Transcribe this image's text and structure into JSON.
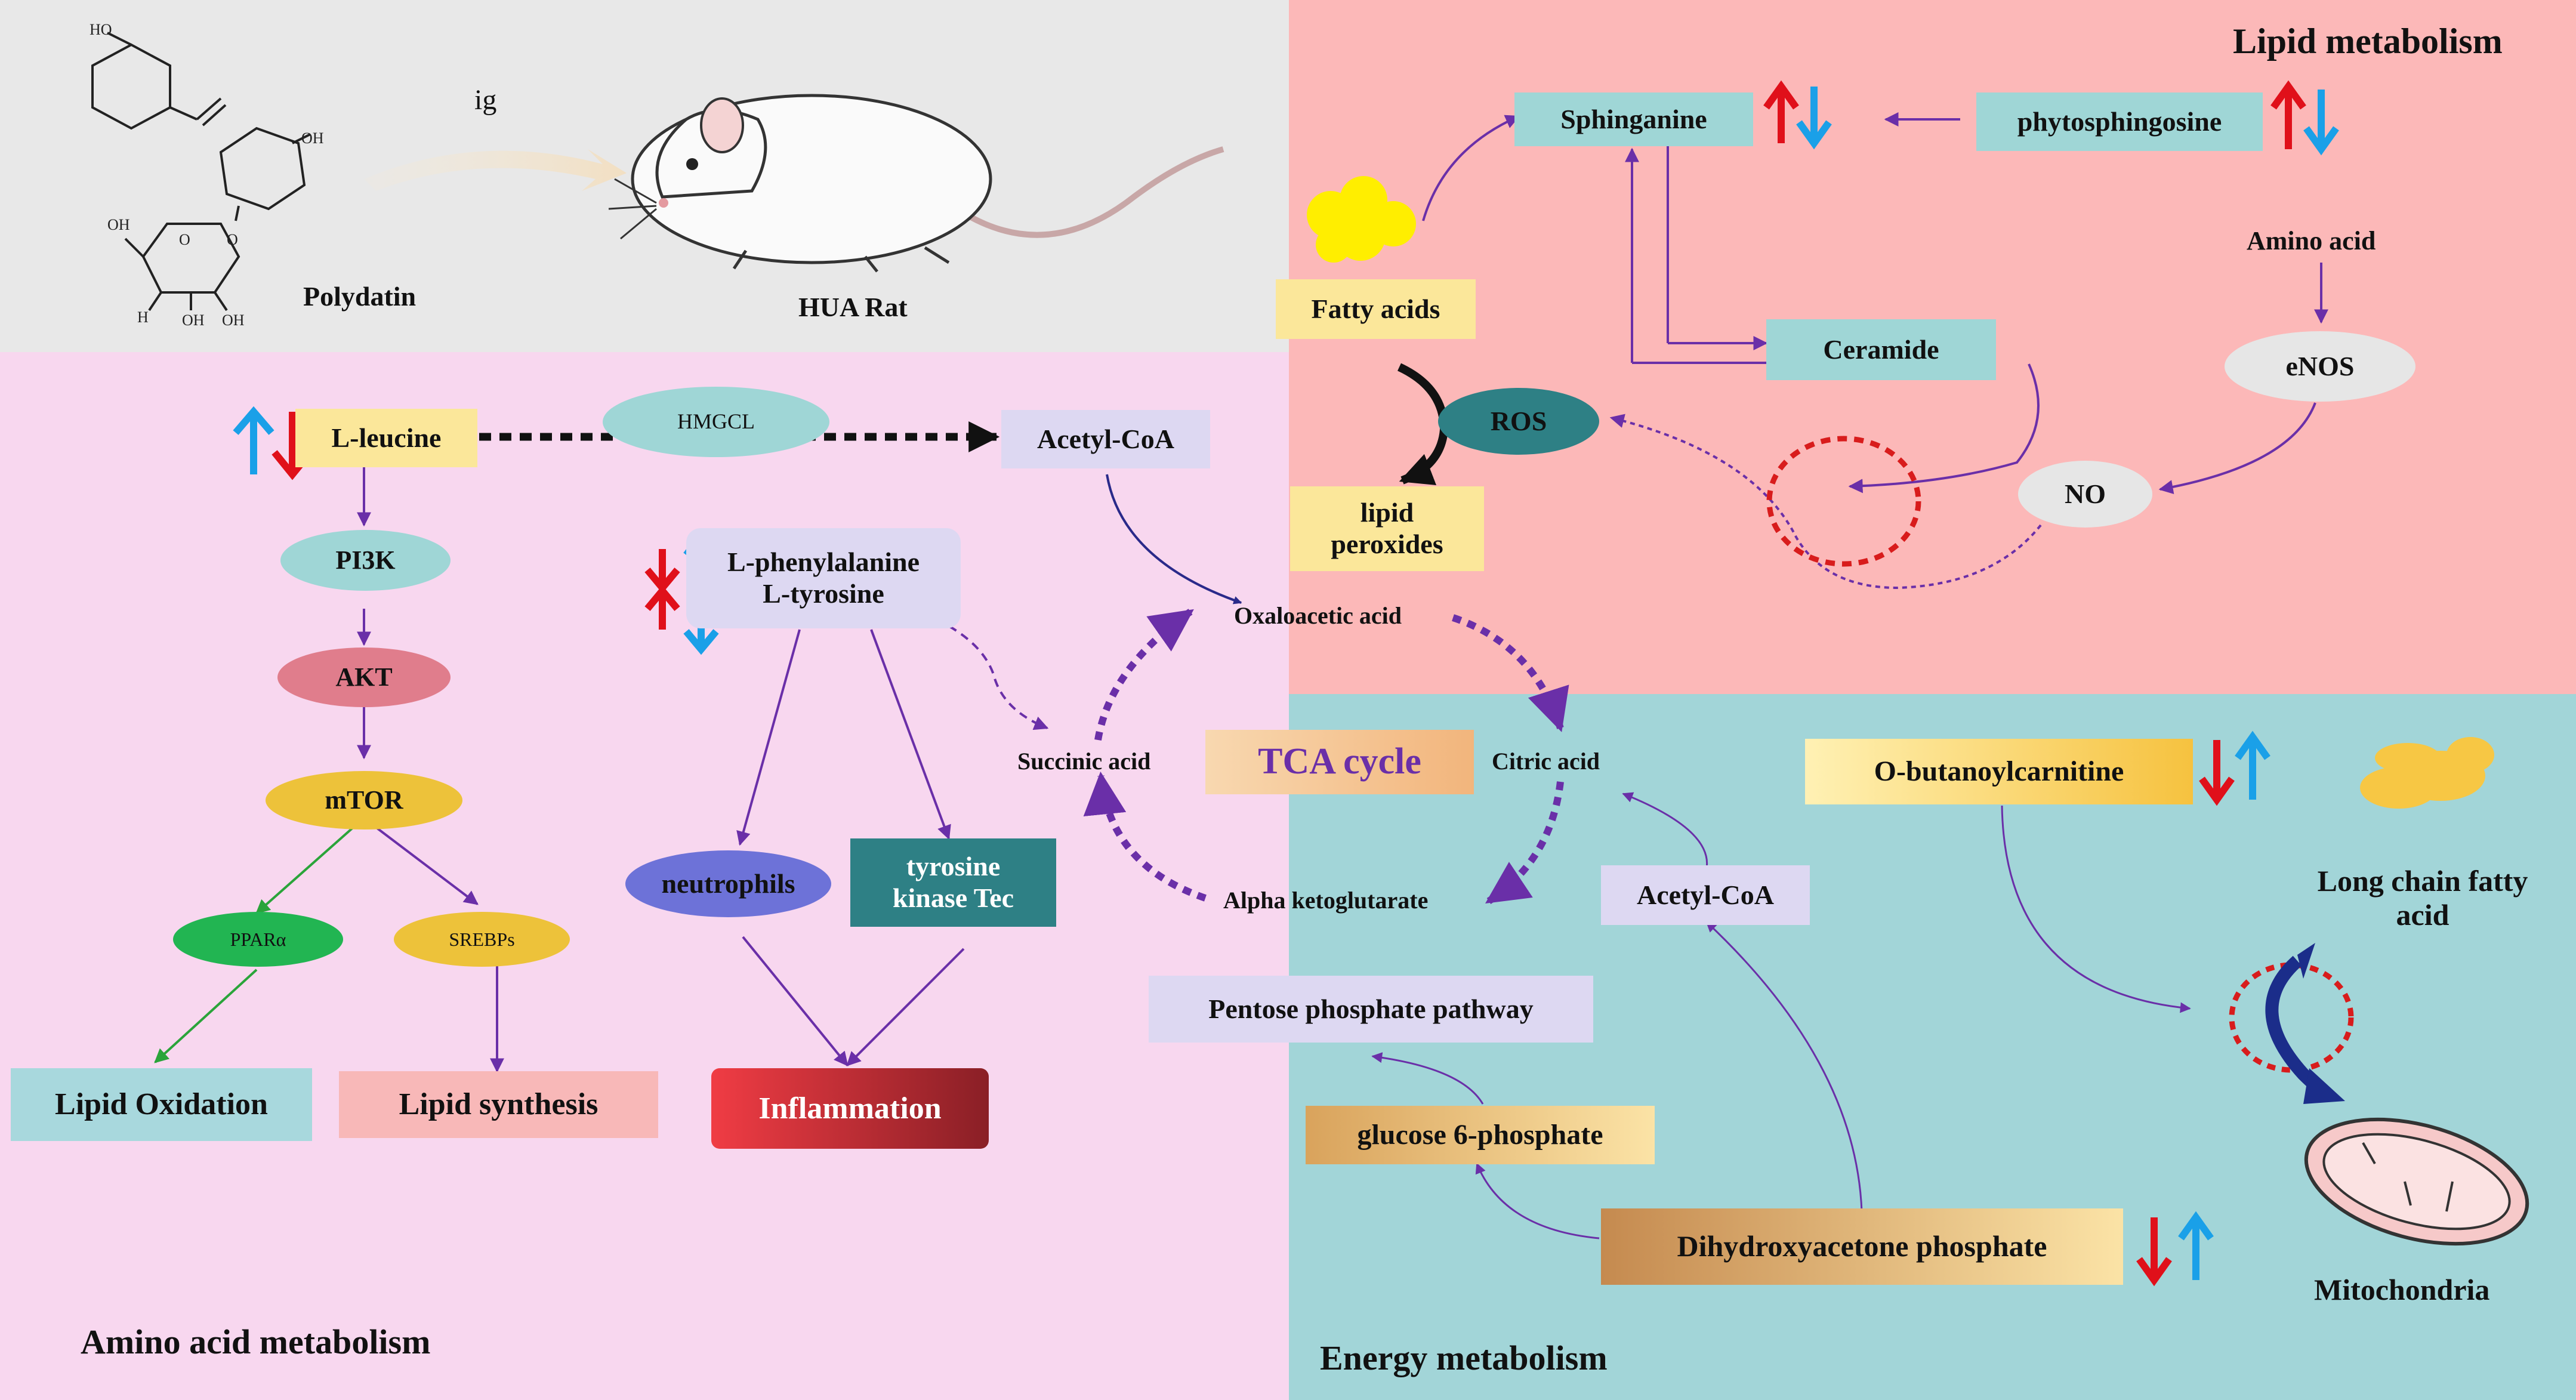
{
  "colors": {
    "amino_bg": "#f8d7ef",
    "header_bg": "#e8e8e8",
    "lipid_bg": "#fcb8b8",
    "energy_bg": "#a2d5d8",
    "arrow_purple": "#6a2fa8",
    "arrow_green": "#2aa43a",
    "up_red": "#e0101a",
    "down_blue": "#1aa0e8",
    "red_dotted": "#d81c1c"
  },
  "header": {
    "route": "ig",
    "compound": "Polydatin",
    "animal": "HUA Rat"
  },
  "amino": {
    "section_title": "Amino acid metabolism",
    "leucine": "L-leucine",
    "hmgcl": "HMGCL",
    "acetyl_coa": "Acetyl-CoA",
    "pi3k": "PI3K",
    "akt": "AKT",
    "mtor": "mTOR",
    "ppara": "PPARα",
    "srebps": "SREBPs",
    "lipid_oxidation": "Lipid Oxidation",
    "lipid_synthesis": "Lipid synthesis",
    "phenylalanine": "L-phenylalanine",
    "tyrosine": "L-tyrosine",
    "neutrophils": "neutrophils",
    "tyrosine_kinase": "tyrosine kinase Tec",
    "inflammation": "Inflammation"
  },
  "tca": {
    "oxaloacetic": "Oxaloacetic acid",
    "succinic": "Succinic acid",
    "citric": "Citric acid",
    "alpha_kg": "Alpha ketoglutarate",
    "label": "TCA cycle"
  },
  "lipid": {
    "section_title": "Lipid metabolism",
    "sphinganine": "Sphinganine",
    "phytosphingosine": "phytosphingosine",
    "fatty_acids": "Fatty acids",
    "ceramide": "Ceramide",
    "ros": "ROS",
    "lipid_peroxides": "lipid peroxides",
    "amino_acid": "Amino acid",
    "enos": "eNOS",
    "no": "NO"
  },
  "energy": {
    "section_title": "Energy metabolism",
    "butanoylcarnitine": "O-butanoylcarnitine",
    "long_chain": "Long chain fatty acid",
    "mitochondria": "Mitochondria",
    "acetyl_coa": "Acetyl-CoA",
    "pentose": "Pentose phosphate pathway",
    "g6p": "glucose 6-phosphate",
    "dhap": "Dihydroxyacetone phosphate"
  }
}
